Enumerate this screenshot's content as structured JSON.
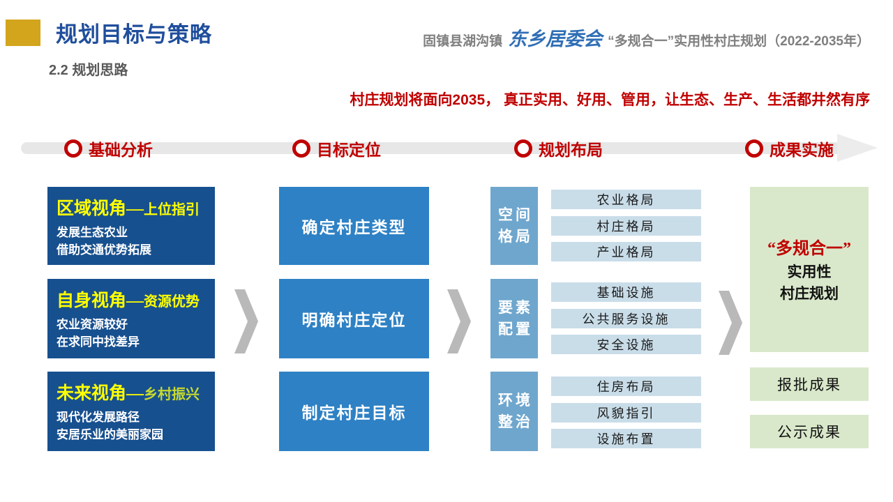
{
  "header": {
    "title": "规划目标与策略",
    "subtitle": "2.2 规划思路",
    "project": {
      "prefix": "固镇县湖沟镇",
      "village": "东乡居委会",
      "suffix": "“多规合一”实用性村庄规划（2022-2035年）"
    }
  },
  "slogan": "村庄规划将面向2035， 真正实用、好用、管用，让生态、生产、生活都井然有序",
  "timeline": {
    "steps": [
      {
        "label": "基础分析"
      },
      {
        "label": "目标定位"
      },
      {
        "label": "规划布局"
      },
      {
        "label": "成果实施"
      }
    ]
  },
  "perspectives": [
    {
      "title": "区域视角—",
      "subtitle": "上位指引",
      "lines": [
        "发展生态农业",
        "借助交通优势拓展"
      ]
    },
    {
      "title": "自身视角—",
      "subtitle": "资源优势",
      "lines": [
        "农业资源较好",
        "在求同中找差异"
      ]
    },
    {
      "title": "未来视角—",
      "subtitle": "乡村振兴",
      "lines": [
        "现代化发展路径",
        "安居乐业的美丽家园"
      ]
    }
  ],
  "tasks": [
    "确定村庄类型",
    "明确村庄定位",
    "制定村庄目标"
  ],
  "layout_groups": [
    {
      "label_lines": [
        "空间",
        "格局"
      ],
      "items": [
        "农业格局",
        "村庄格局",
        "产业格局"
      ]
    },
    {
      "label_lines": [
        "要素",
        "配置"
      ],
      "items": [
        "基础设施",
        "公共服务设施",
        "安全设施"
      ]
    },
    {
      "label_lines": [
        "环境",
        "整治"
      ],
      "items": [
        "住房布局",
        "风貌指引",
        "设施布置"
      ]
    }
  ],
  "results": {
    "highlight": "“多规合一”",
    "lines": [
      "实用性",
      "村庄规划"
    ],
    "outputs": [
      "报批成果",
      "公示成果"
    ]
  },
  "colors": {
    "accent_gold": "#D2A51D",
    "title_blue": "#1F4E9C",
    "header_gray": "#7F7F7F",
    "village_blue": "#2F6EB5",
    "accent_red": "#C00000",
    "dark_blue_box": "#17508F",
    "medium_blue_box": "#2E81C4",
    "label_blue_box": "#6FA6CD",
    "bar_light_blue": "#C9DDE9",
    "green_box": "#D9E8CA",
    "yellow_text": "#FFFF00",
    "yellow_green_text": "#C8DB2F",
    "timeline_gray": "#E7E7E7",
    "chevron_gray": "#B9B9B9"
  }
}
